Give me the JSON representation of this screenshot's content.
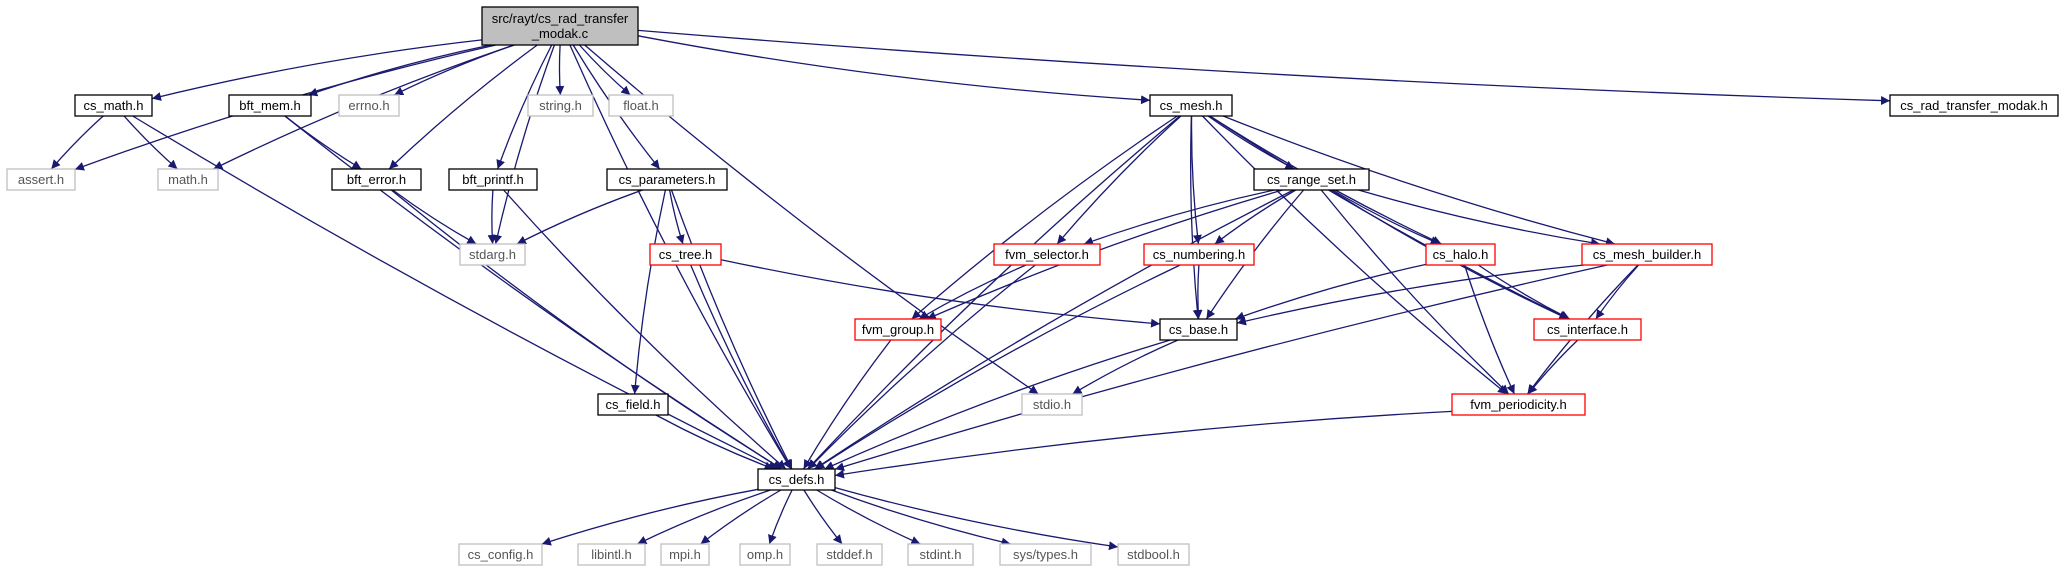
{
  "colors": {
    "edge": "#191970",
    "border_default": "#000000",
    "border_red": "#ff0000",
    "border_gray": "#bfbfbf",
    "root_fill": "#bfbfbf",
    "text": "#000000",
    "gray_text": "#555555"
  },
  "nodes": [
    {
      "id": "root",
      "lines": [
        "src/rayt/cs_rad_transfer",
        "_modak.c"
      ],
      "style": "root"
    },
    {
      "id": "cs_math_h",
      "lines": [
        "cs_math.h"
      ],
      "style": "default"
    },
    {
      "id": "bft_mem_h",
      "lines": [
        "bft_mem.h"
      ],
      "style": "default"
    },
    {
      "id": "errno_h",
      "lines": [
        "errno.h"
      ],
      "style": "gray"
    },
    {
      "id": "string_h",
      "lines": [
        "string.h"
      ],
      "style": "gray"
    },
    {
      "id": "float_h",
      "lines": [
        "float.h"
      ],
      "style": "gray"
    },
    {
      "id": "cs_mesh_h",
      "lines": [
        "cs_mesh.h"
      ],
      "style": "default"
    },
    {
      "id": "cs_rad_transfer_modak_h",
      "lines": [
        "cs_rad_transfer_modak.h"
      ],
      "style": "default"
    },
    {
      "id": "assert_h",
      "lines": [
        "assert.h"
      ],
      "style": "gray"
    },
    {
      "id": "math_h",
      "lines": [
        "math.h"
      ],
      "style": "gray"
    },
    {
      "id": "bft_error_h",
      "lines": [
        "bft_error.h"
      ],
      "style": "default"
    },
    {
      "id": "bft_printf_h",
      "lines": [
        "bft_printf.h"
      ],
      "style": "default"
    },
    {
      "id": "cs_parameters_h",
      "lines": [
        "cs_parameters.h"
      ],
      "style": "default"
    },
    {
      "id": "cs_range_set_h",
      "lines": [
        "cs_range_set.h"
      ],
      "style": "default"
    },
    {
      "id": "stdarg_h",
      "lines": [
        "stdarg.h"
      ],
      "style": "gray"
    },
    {
      "id": "cs_tree_h",
      "lines": [
        "cs_tree.h"
      ],
      "style": "red"
    },
    {
      "id": "fvm_selector_h",
      "lines": [
        "fvm_selector.h"
      ],
      "style": "red"
    },
    {
      "id": "cs_numbering_h",
      "lines": [
        "cs_numbering.h"
      ],
      "style": "red"
    },
    {
      "id": "cs_halo_h",
      "lines": [
        "cs_halo.h"
      ],
      "style": "red"
    },
    {
      "id": "cs_mesh_builder_h",
      "lines": [
        "cs_mesh_builder.h"
      ],
      "style": "red"
    },
    {
      "id": "fvm_group_h",
      "lines": [
        "fvm_group.h"
      ],
      "style": "red"
    },
    {
      "id": "cs_base_h",
      "lines": [
        "cs_base.h"
      ],
      "style": "default"
    },
    {
      "id": "cs_interface_h",
      "lines": [
        "cs_interface.h"
      ],
      "style": "red"
    },
    {
      "id": "cs_field_h",
      "lines": [
        "cs_field.h"
      ],
      "style": "default"
    },
    {
      "id": "stdio_h",
      "lines": [
        "stdio.h"
      ],
      "style": "gray"
    },
    {
      "id": "fvm_periodicity_h",
      "lines": [
        "fvm_periodicity.h"
      ],
      "style": "red"
    },
    {
      "id": "cs_defs_h",
      "lines": [
        "cs_defs.h"
      ],
      "style": "default"
    },
    {
      "id": "cs_config_h",
      "lines": [
        "cs_config.h"
      ],
      "style": "gray"
    },
    {
      "id": "libintl_h",
      "lines": [
        "libintl.h"
      ],
      "style": "gray"
    },
    {
      "id": "mpi_h",
      "lines": [
        "mpi.h"
      ],
      "style": "gray"
    },
    {
      "id": "omp_h",
      "lines": [
        "omp.h"
      ],
      "style": "gray"
    },
    {
      "id": "stddef_h",
      "lines": [
        "stddef.h"
      ],
      "style": "gray"
    },
    {
      "id": "stdint_h",
      "lines": [
        "stdint.h"
      ],
      "style": "gray"
    },
    {
      "id": "sys_types_h",
      "lines": [
        "sys/types.h"
      ],
      "style": "gray"
    },
    {
      "id": "stdbool_h",
      "lines": [
        "stdbool.h"
      ],
      "style": "gray"
    }
  ],
  "edges": [
    [
      "root",
      "cs_math_h"
    ],
    [
      "root",
      "bft_mem_h"
    ],
    [
      "root",
      "errno_h"
    ],
    [
      "root",
      "string_h"
    ],
    [
      "root",
      "float_h"
    ],
    [
      "root",
      "cs_mesh_h"
    ],
    [
      "root",
      "cs_rad_transfer_modak_h"
    ],
    [
      "root",
      "assert_h"
    ],
    [
      "root",
      "math_h"
    ],
    [
      "root",
      "bft_error_h"
    ],
    [
      "root",
      "bft_printf_h"
    ],
    [
      "root",
      "cs_parameters_h"
    ],
    [
      "root",
      "stdarg_h"
    ],
    [
      "root",
      "stdio_h"
    ],
    [
      "root",
      "cs_defs_h"
    ],
    [
      "cs_math_h",
      "assert_h"
    ],
    [
      "cs_math_h",
      "math_h"
    ],
    [
      "cs_math_h",
      "cs_defs_h"
    ],
    [
      "bft_mem_h",
      "bft_error_h"
    ],
    [
      "bft_mem_h",
      "cs_defs_h"
    ],
    [
      "bft_error_h",
      "stdarg_h"
    ],
    [
      "bft_error_h",
      "cs_defs_h"
    ],
    [
      "bft_printf_h",
      "stdarg_h"
    ],
    [
      "bft_printf_h",
      "cs_defs_h"
    ],
    [
      "cs_parameters_h",
      "stdarg_h"
    ],
    [
      "cs_parameters_h",
      "cs_tree_h"
    ],
    [
      "cs_parameters_h",
      "cs_field_h"
    ],
    [
      "cs_parameters_h",
      "cs_defs_h"
    ],
    [
      "cs_tree_h",
      "cs_base_h"
    ],
    [
      "cs_tree_h",
      "cs_defs_h"
    ],
    [
      "cs_mesh_h",
      "cs_range_set_h"
    ],
    [
      "cs_mesh_h",
      "fvm_selector_h"
    ],
    [
      "cs_mesh_h",
      "cs_numbering_h"
    ],
    [
      "cs_mesh_h",
      "cs_halo_h"
    ],
    [
      "cs_mesh_h",
      "cs_mesh_builder_h"
    ],
    [
      "cs_mesh_h",
      "fvm_group_h"
    ],
    [
      "cs_mesh_h",
      "cs_base_h"
    ],
    [
      "cs_mesh_h",
      "cs_interface_h"
    ],
    [
      "cs_mesh_h",
      "fvm_periodicity_h"
    ],
    [
      "cs_mesh_h",
      "cs_defs_h"
    ],
    [
      "cs_range_set_h",
      "fvm_selector_h"
    ],
    [
      "cs_range_set_h",
      "cs_numbering_h"
    ],
    [
      "cs_range_set_h",
      "cs_halo_h"
    ],
    [
      "cs_range_set_h",
      "cs_mesh_builder_h"
    ],
    [
      "cs_range_set_h",
      "fvm_group_h"
    ],
    [
      "cs_range_set_h",
      "cs_base_h"
    ],
    [
      "cs_range_set_h",
      "cs_interface_h"
    ],
    [
      "cs_range_set_h",
      "fvm_periodicity_h"
    ],
    [
      "cs_range_set_h",
      "cs_defs_h"
    ],
    [
      "fvm_selector_h",
      "fvm_group_h"
    ],
    [
      "fvm_selector_h",
      "cs_defs_h"
    ],
    [
      "cs_numbering_h",
      "cs_base_h"
    ],
    [
      "cs_numbering_h",
      "cs_defs_h"
    ],
    [
      "cs_halo_h",
      "cs_base_h"
    ],
    [
      "cs_halo_h",
      "cs_interface_h"
    ],
    [
      "cs_halo_h",
      "fvm_periodicity_h"
    ],
    [
      "cs_mesh_builder_h",
      "cs_base_h"
    ],
    [
      "cs_mesh_builder_h",
      "cs_interface_h"
    ],
    [
      "cs_mesh_builder_h",
      "fvm_periodicity_h"
    ],
    [
      "cs_mesh_builder_h",
      "cs_defs_h"
    ],
    [
      "fvm_group_h",
      "cs_defs_h"
    ],
    [
      "cs_base_h",
      "stdio_h"
    ],
    [
      "cs_base_h",
      "cs_defs_h"
    ],
    [
      "cs_interface_h",
      "fvm_periodicity_h"
    ],
    [
      "fvm_periodicity_h",
      "cs_defs_h"
    ],
    [
      "cs_field_h",
      "cs_defs_h"
    ],
    [
      "cs_defs_h",
      "cs_config_h"
    ],
    [
      "cs_defs_h",
      "libintl_h"
    ],
    [
      "cs_defs_h",
      "mpi_h"
    ],
    [
      "cs_defs_h",
      "omp_h"
    ],
    [
      "cs_defs_h",
      "stddef_h"
    ],
    [
      "cs_defs_h",
      "stdint_h"
    ],
    [
      "cs_defs_h",
      "sys_types_h"
    ],
    [
      "cs_defs_h",
      "stdbool_h"
    ]
  ]
}
